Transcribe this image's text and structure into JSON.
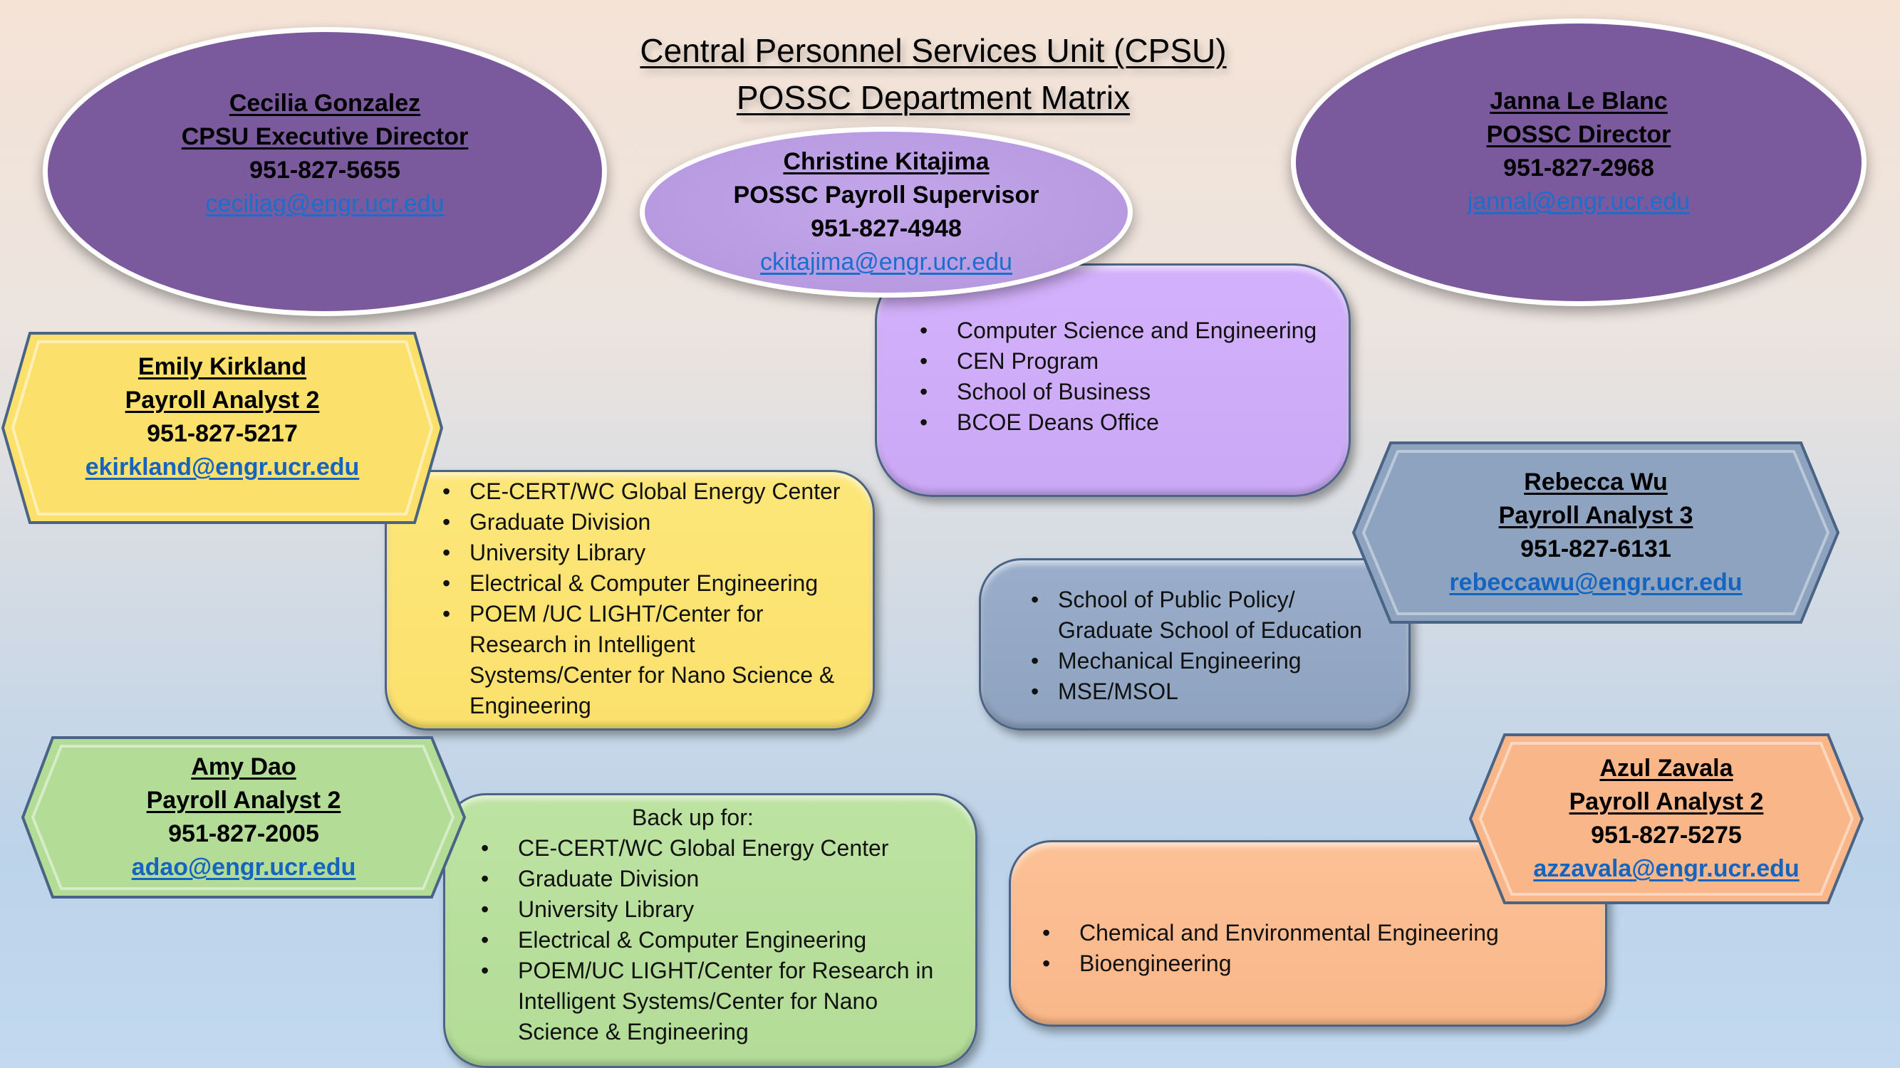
{
  "title": {
    "line1": "Central Personnel Services Unit (CPSU)",
    "line2": "POSSC Department Matrix"
  },
  "colors": {
    "executive": "#7a5a9c",
    "supervisor": "#b79ae0",
    "emily": "#fbe06c",
    "rebecca": "#8ea3bf",
    "amy": "#b3dc97",
    "azul": "#f9b789",
    "email_link": "#1b6fcc"
  },
  "people": {
    "cecilia": {
      "name": "Cecilia Gonzalez",
      "role": "CPSU Executive Director",
      "phone": "951-827-5655",
      "email": "ceciliag@engr.ucr.edu"
    },
    "janna": {
      "name": "Janna Le Blanc",
      "role": "POSSC Director",
      "phone": "951-827-2968",
      "email": "jannal@engr.ucr.edu"
    },
    "christine": {
      "name": "Christine Kitajima",
      "role": "POSSC Payroll Supervisor",
      "phone": "951-827-4948",
      "email": "ckitajima@engr.ucr.edu"
    },
    "emily": {
      "name": "Emily Kirkland",
      "role": "Payroll Analyst 2",
      "phone": "951-827-5217",
      "email": "ekirkland@engr.ucr.edu"
    },
    "rebecca": {
      "name": "Rebecca Wu",
      "role": "Payroll Analyst 3",
      "phone": "951-827-6131",
      "email": "rebeccawu@engr.ucr.edu"
    },
    "amy": {
      "name": "Amy Dao",
      "role": "Payroll Analyst 2",
      "phone": "951-827-2005",
      "email": "adao@engr.ucr.edu"
    },
    "azul": {
      "name": "Azul Zavala",
      "role": "Payroll Analyst 2",
      "phone": "951-827-5275",
      "email": "azzavala@engr.ucr.edu"
    }
  },
  "departments": {
    "bullet": "•",
    "christine": [
      "Computer Science and Engineering",
      "CEN Program",
      "School of Business",
      "BCOE Deans Office"
    ],
    "emily": [
      "CE-CERT/WC Global Energy Center",
      "Graduate Division",
      "University Library",
      "Electrical & Computer Engineering",
      "POEM /UC LIGHT/Center for Research in Intelligent Systems/Center for Nano Science & Engineering"
    ],
    "rebecca": [
      "School of Public Policy/ Graduate School of Education",
      "Mechanical Engineering",
      "MSE/MSOL"
    ],
    "amy_heading": "Back up for:",
    "amy": [
      "CE-CERT/WC Global Energy Center",
      "Graduate Division",
      "University Library",
      "Electrical & Computer Engineering",
      "POEM/UC LIGHT/Center for Research in Intelligent Systems/Center for Nano Science & Engineering"
    ],
    "azul": [
      "Chemical and Environmental Engineering",
      "Bioengineering"
    ]
  }
}
